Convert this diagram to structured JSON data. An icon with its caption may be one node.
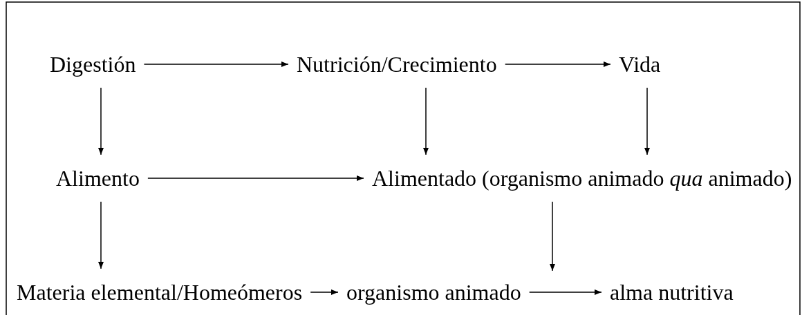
{
  "diagram": {
    "nodes": [
      {
        "text": [
          "Digestión"
        ]
      },
      {
        "text": [
          "Nutrición/Crecimiento"
        ]
      },
      {
        "text": [
          "Vida"
        ]
      },
      {
        "text": [
          "Alimento"
        ]
      },
      {
        "text": [
          "Alimentado (organismo animado *qua* animado)"
        ]
      },
      {
        "text": [
          "Materia elemental/Homeómeros"
        ]
      },
      {
        "text": [
          "organismo animado"
        ]
      },
      {
        "text": [
          "alma nutritiva"
        ]
      }
    ],
    "edges": [
      {
        "from": 0,
        "to": 1,
        "arrow": "to"
      },
      {
        "from": 1,
        "to": 2,
        "arrow": "to"
      },
      {
        "from": 0,
        "to": 3,
        "arrow": "to"
      },
      {
        "from": 1,
        "to": 4,
        "arrow": "to"
      },
      {
        "from": 2,
        "to": 4,
        "arrow": "to"
      },
      {
        "from": 3,
        "to": 4,
        "arrow": "to"
      },
      {
        "from": 3,
        "to": 5,
        "arrow": "to"
      },
      {
        "from": 4,
        "to": null,
        "arrow": "to"
      },
      {
        "from": 5,
        "to": 6,
        "arrow": "to"
      },
      {
        "from": 6,
        "to": 7,
        "arrow": "to"
      }
    ]
  }
}
